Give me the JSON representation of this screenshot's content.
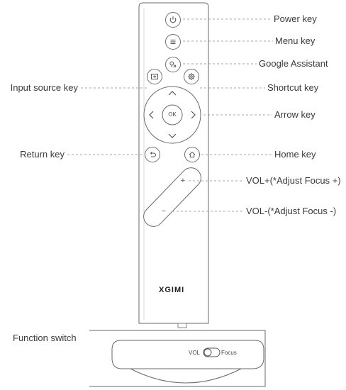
{
  "labels": {
    "power": "Power key",
    "menu": "Menu key",
    "google_assistant": "Google Assistant",
    "input_source": "Input source key",
    "shortcut": "Shortcut key",
    "arrow": "Arrow key",
    "return": "Return key",
    "home": "Home key",
    "vol_plus": "VOL+(*Adjust Focus +)",
    "vol_minus": "VOL-(*Adjust Focus -)",
    "function_switch": "Function switch"
  },
  "remote": {
    "ok_label": "OK",
    "plus_label": "+",
    "minus_label": "−",
    "logo": "XGIMI"
  },
  "switch": {
    "vol_label": "VOL",
    "focus_label": "Focus"
  }
}
